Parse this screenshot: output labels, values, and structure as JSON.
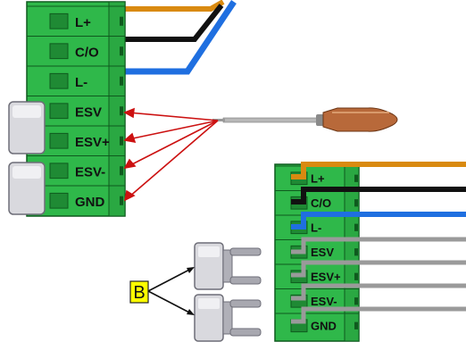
{
  "colors": {
    "background": "#ffffff",
    "terminal_body": "#2fb84a",
    "terminal_dark": "#1f8a34",
    "terminal_outline": "#0f5a1e",
    "wire_orange": "#d98a10",
    "wire_black": "#111111",
    "wire_blue": "#1f6fe0",
    "wire_gray": "#9a9a9a",
    "arrow_red": "#cc1111",
    "callout_yellow": "#ffff00",
    "bridge_plug": "#d9d9de",
    "screwdriver_handle": "#b8693a",
    "screwdriver_shaft": "#b8b8b8"
  },
  "left_block": {
    "terminals": [
      "L+",
      "C/O",
      "L-",
      "ESV",
      "ESV+",
      "ESV-",
      "GND"
    ]
  },
  "right_block": {
    "terminals": [
      "L+",
      "C/O",
      "L-",
      "ESV",
      "ESV+",
      "ESV-",
      "GND"
    ]
  },
  "callout": {
    "label": "B"
  },
  "icons": {
    "tool": "screwdriver-icon",
    "bridge": "jumper-bridge-icon"
  }
}
